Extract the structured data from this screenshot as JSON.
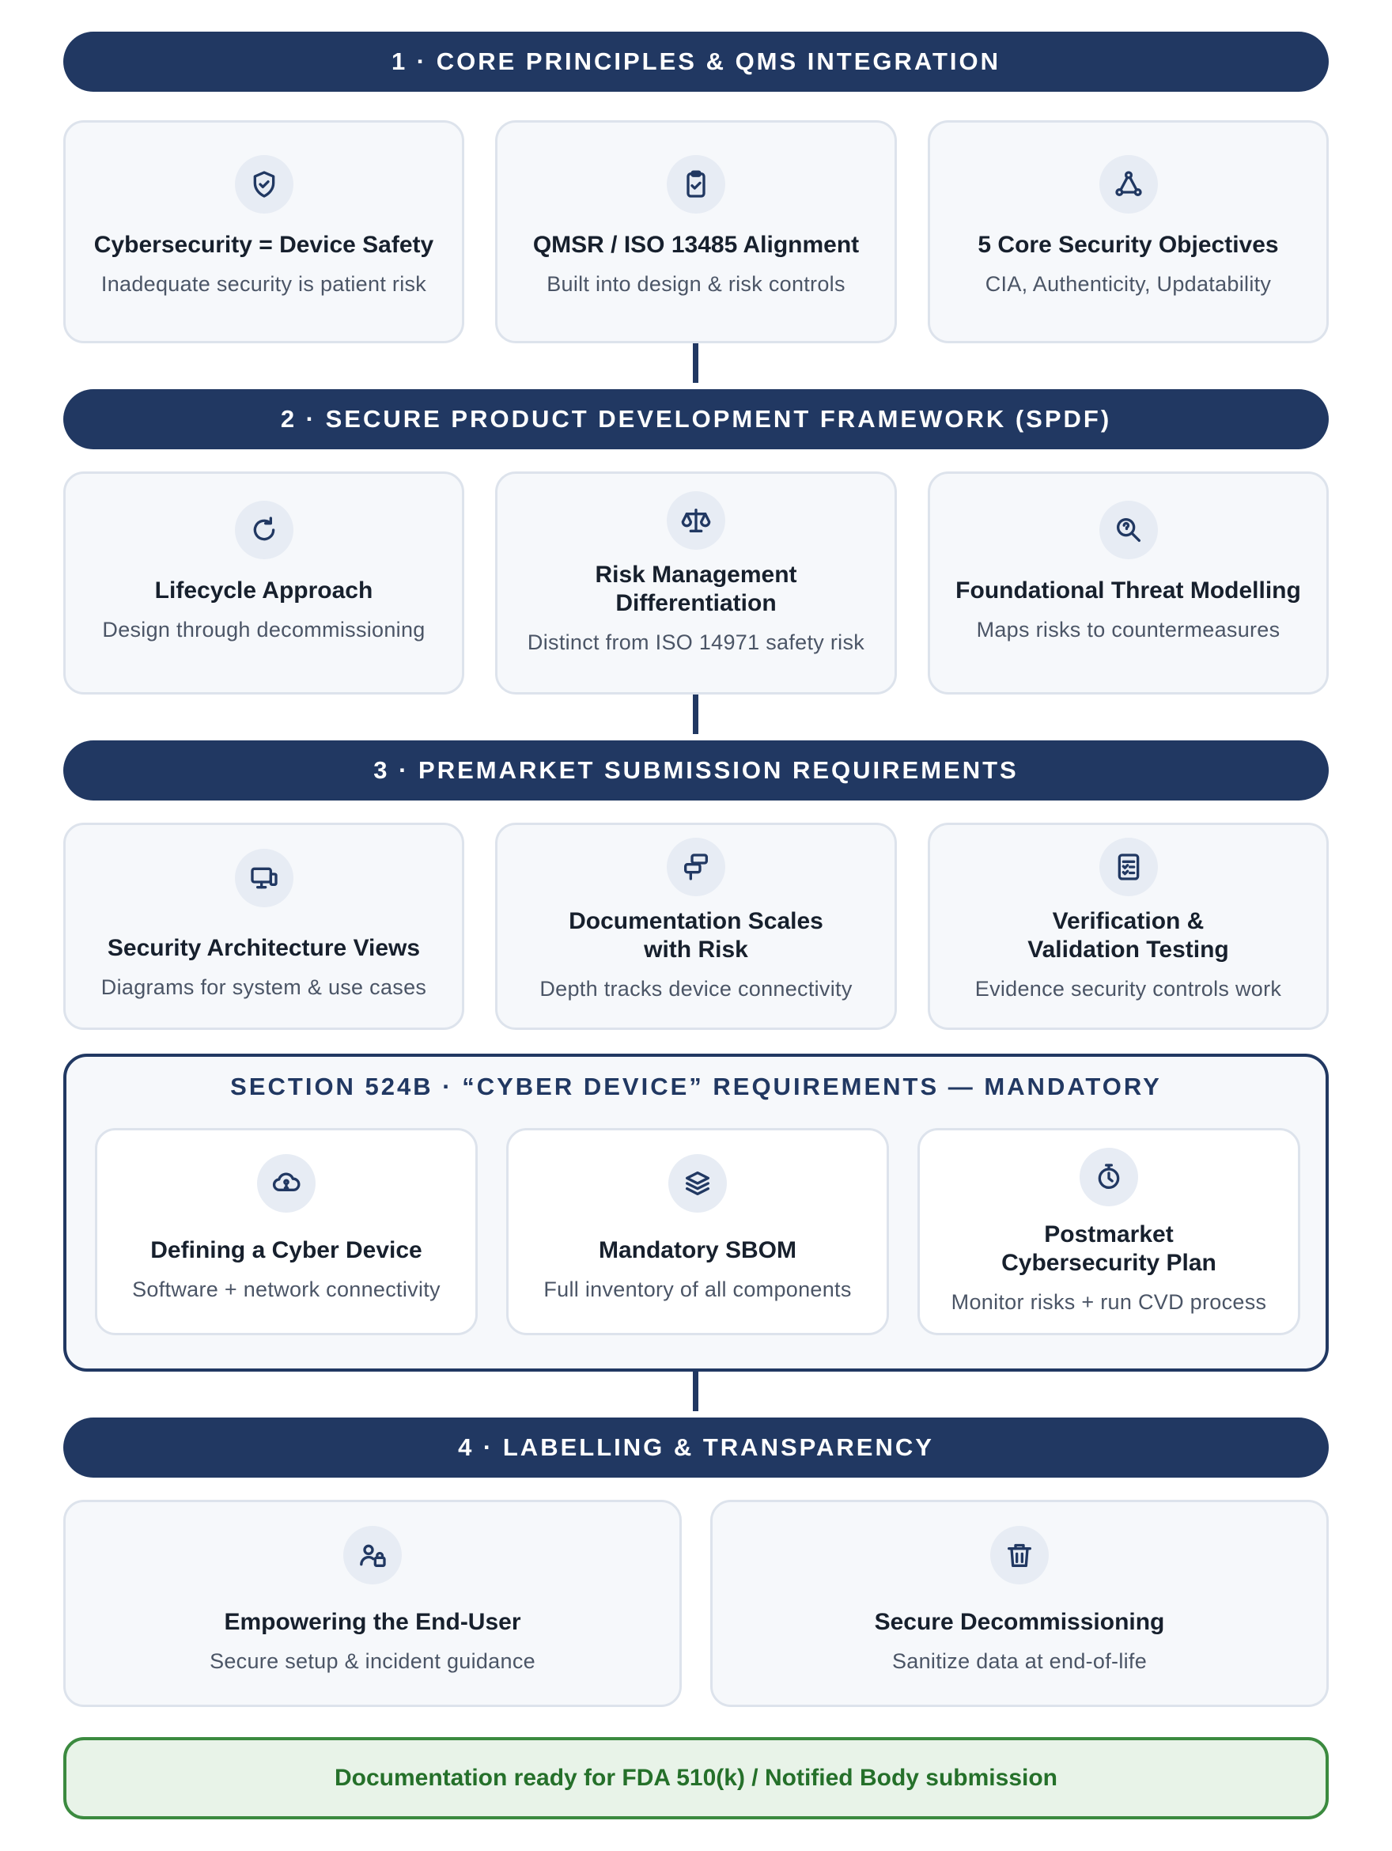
{
  "sections": {
    "s1": {
      "title": "1 · CORE PRINCIPLES & QMS INTEGRATION",
      "cards": [
        {
          "title": "Cybersecurity = Device Safety",
          "subtitle": "Inadequate security is patient risk",
          "icon": "shield-check-icon"
        },
        {
          "title": "QMSR / ISO 13485 Alignment",
          "subtitle": "Built into design & risk controls",
          "icon": "clipboard-check-icon"
        },
        {
          "title": "5 Core Security Objectives",
          "subtitle": "CIA, Authenticity, Updatability",
          "icon": "network-nodes-icon"
        }
      ]
    },
    "s2": {
      "title": "2 · SECURE PRODUCT DEVELOPMENT FRAMEWORK (SPDF)",
      "cards": [
        {
          "title": "Lifecycle Approach",
          "subtitle": "Design through decommissioning",
          "icon": "refresh-icon"
        },
        {
          "title_line1": "Risk Management",
          "title_line2": "Differentiation",
          "subtitle": "Distinct from ISO 14971 safety risk",
          "icon": "scales-icon"
        },
        {
          "title": "Foundational Threat Modelling",
          "subtitle": "Maps risks to countermeasures",
          "icon": "search-icon"
        }
      ]
    },
    "s3": {
      "title": "3 · PREMARKET SUBMISSION REQUIREMENTS",
      "cards": [
        {
          "title": "Security Architecture Views",
          "subtitle": "Diagrams for system & use cases",
          "icon": "devices-icon"
        },
        {
          "title_line1": "Documentation Scales",
          "title_line2": "with Risk",
          "subtitle": "Depth tracks device connectivity",
          "icon": "layout-icon"
        },
        {
          "title_line1": "Verification &",
          "title_line2": "Validation Testing",
          "subtitle": "Evidence security controls work",
          "icon": "checklist-icon"
        }
      ]
    },
    "mandatory": {
      "title": "SECTION 524B · “CYBER DEVICE” REQUIREMENTS — MANDATORY",
      "cards": [
        {
          "title": "Defining a Cyber Device",
          "subtitle": "Software + network connectivity",
          "icon": "cloud-network-icon"
        },
        {
          "title": "Mandatory SBOM",
          "subtitle": "Full inventory of all components",
          "icon": "layers-icon"
        },
        {
          "title_line1": "Postmarket",
          "title_line2": "Cybersecurity Plan",
          "subtitle": "Monitor risks + run CVD process",
          "icon": "timer-icon"
        }
      ]
    },
    "s4": {
      "title": "4 · LABELLING & TRANSPARENCY",
      "cards": [
        {
          "title": "Empowering the End-User",
          "subtitle": "Secure setup & incident guidance",
          "icon": "user-lock-icon"
        },
        {
          "title": "Secure Decommissioning",
          "subtitle": "Sanitize data at end-of-life",
          "icon": "trash-icon"
        }
      ]
    }
  },
  "footer": {
    "label": "Documentation ready for FDA 510(k) / Notified Body submission"
  },
  "colors": {
    "navy": "#213862",
    "card_bg": "#f6f8fb",
    "card_border": "#dde3ec",
    "icon_bg": "#e7ecf4",
    "green_border": "#3b8a3f",
    "green_bg": "#e8f3e8",
    "green_text": "#25702a"
  }
}
